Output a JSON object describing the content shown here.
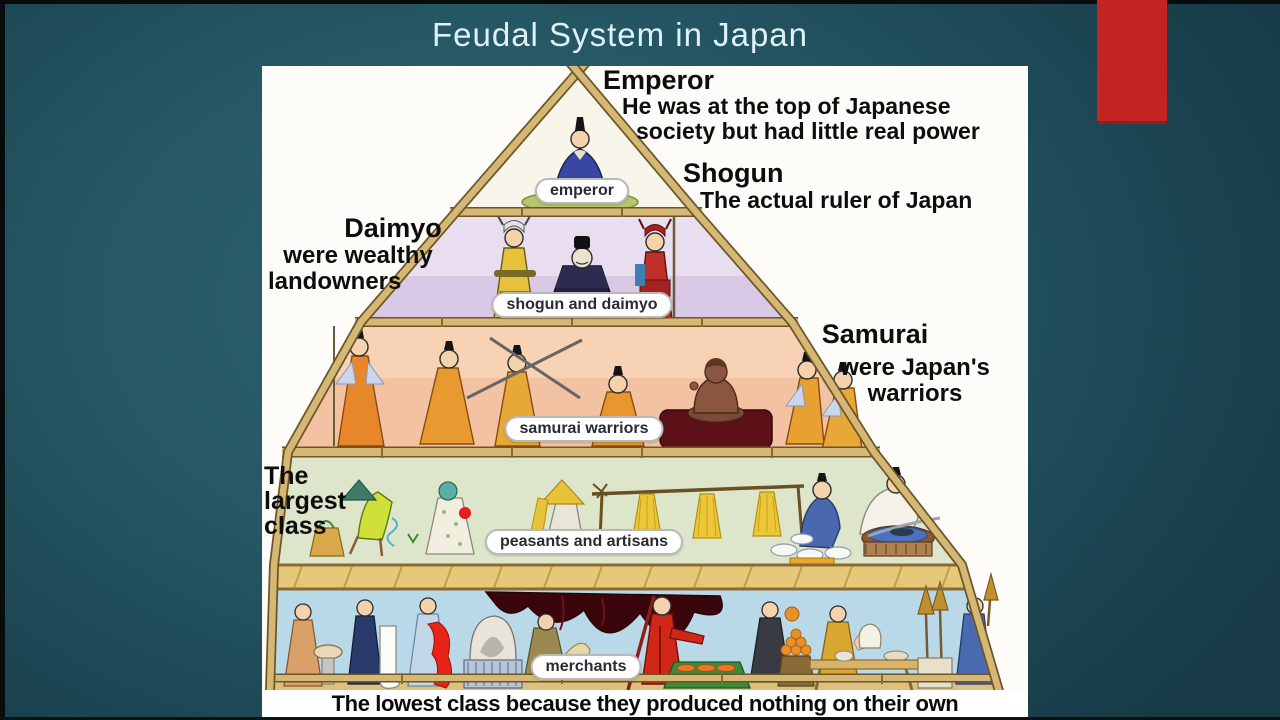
{
  "slide": {
    "title": "Feudal System in Japan",
    "colors": {
      "background_teal": "#245866",
      "accent_red": "#c12423",
      "title_text": "#def2f5",
      "tier_emperor": "#f8f5ea",
      "tier_shogun_daimyo": "#d9c9e6",
      "tier_samurai": "#f3c2a2",
      "tier_peasants": "#dde6cb",
      "tier_merchants": "#b9d9e9",
      "bamboo": "#d5b876"
    }
  },
  "diagram": {
    "annotations": {
      "emperor_heading": "Emperor",
      "emperor_desc_line1": "He was at the top of Japanese",
      "emperor_desc_line2": "society but had little real power",
      "shogun_heading": "Shogun",
      "shogun_desc": "The actual ruler of Japan",
      "daimyo_heading": "Daimyo",
      "daimyo_desc_line1": "were wealthy",
      "daimyo_desc_line2": "landowners",
      "samurai_heading": "Samurai",
      "samurai_desc_line1": "were Japan's",
      "samurai_desc_line2": "warriors",
      "largest_class_line1": "The",
      "largest_class_line2": "largest",
      "largest_class_line3": "class",
      "bottom_note": "The lowest class because they produced nothing on their own"
    },
    "tier_labels": [
      "emperor",
      "shogun and daimyo",
      "samurai warriors",
      "peasants and artisans",
      "merchants"
    ]
  }
}
